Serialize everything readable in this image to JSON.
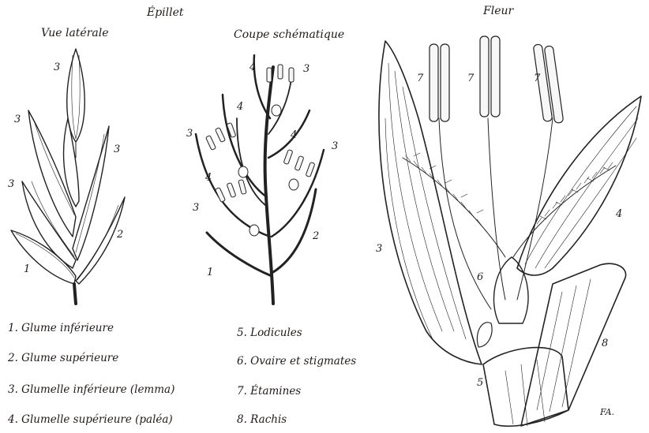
{
  "titles": {
    "spikelet": "Épillet",
    "lateral_view": "Vue latérale",
    "schematic_section": "Coupe schématique",
    "flower": "Fleur"
  },
  "numbers": {
    "n1": "1",
    "n2": "2",
    "n3": "3",
    "n4": "4",
    "n5": "5",
    "n6": "6",
    "n7": "7",
    "n8": "8"
  },
  "legend": {
    "item1": "1. Glume inférieure",
    "item2": "2. Glume supérieure",
    "item3": "3. Glumelle inférieure (lemma)",
    "item4": "4. Glumelle supérieure (paléa)",
    "item5": "5. Lodicules",
    "item6": "6. Ovaire et stigmates",
    "item7": "7. Étamines",
    "item8": "8. Rachis"
  },
  "signature": "FA."
}
